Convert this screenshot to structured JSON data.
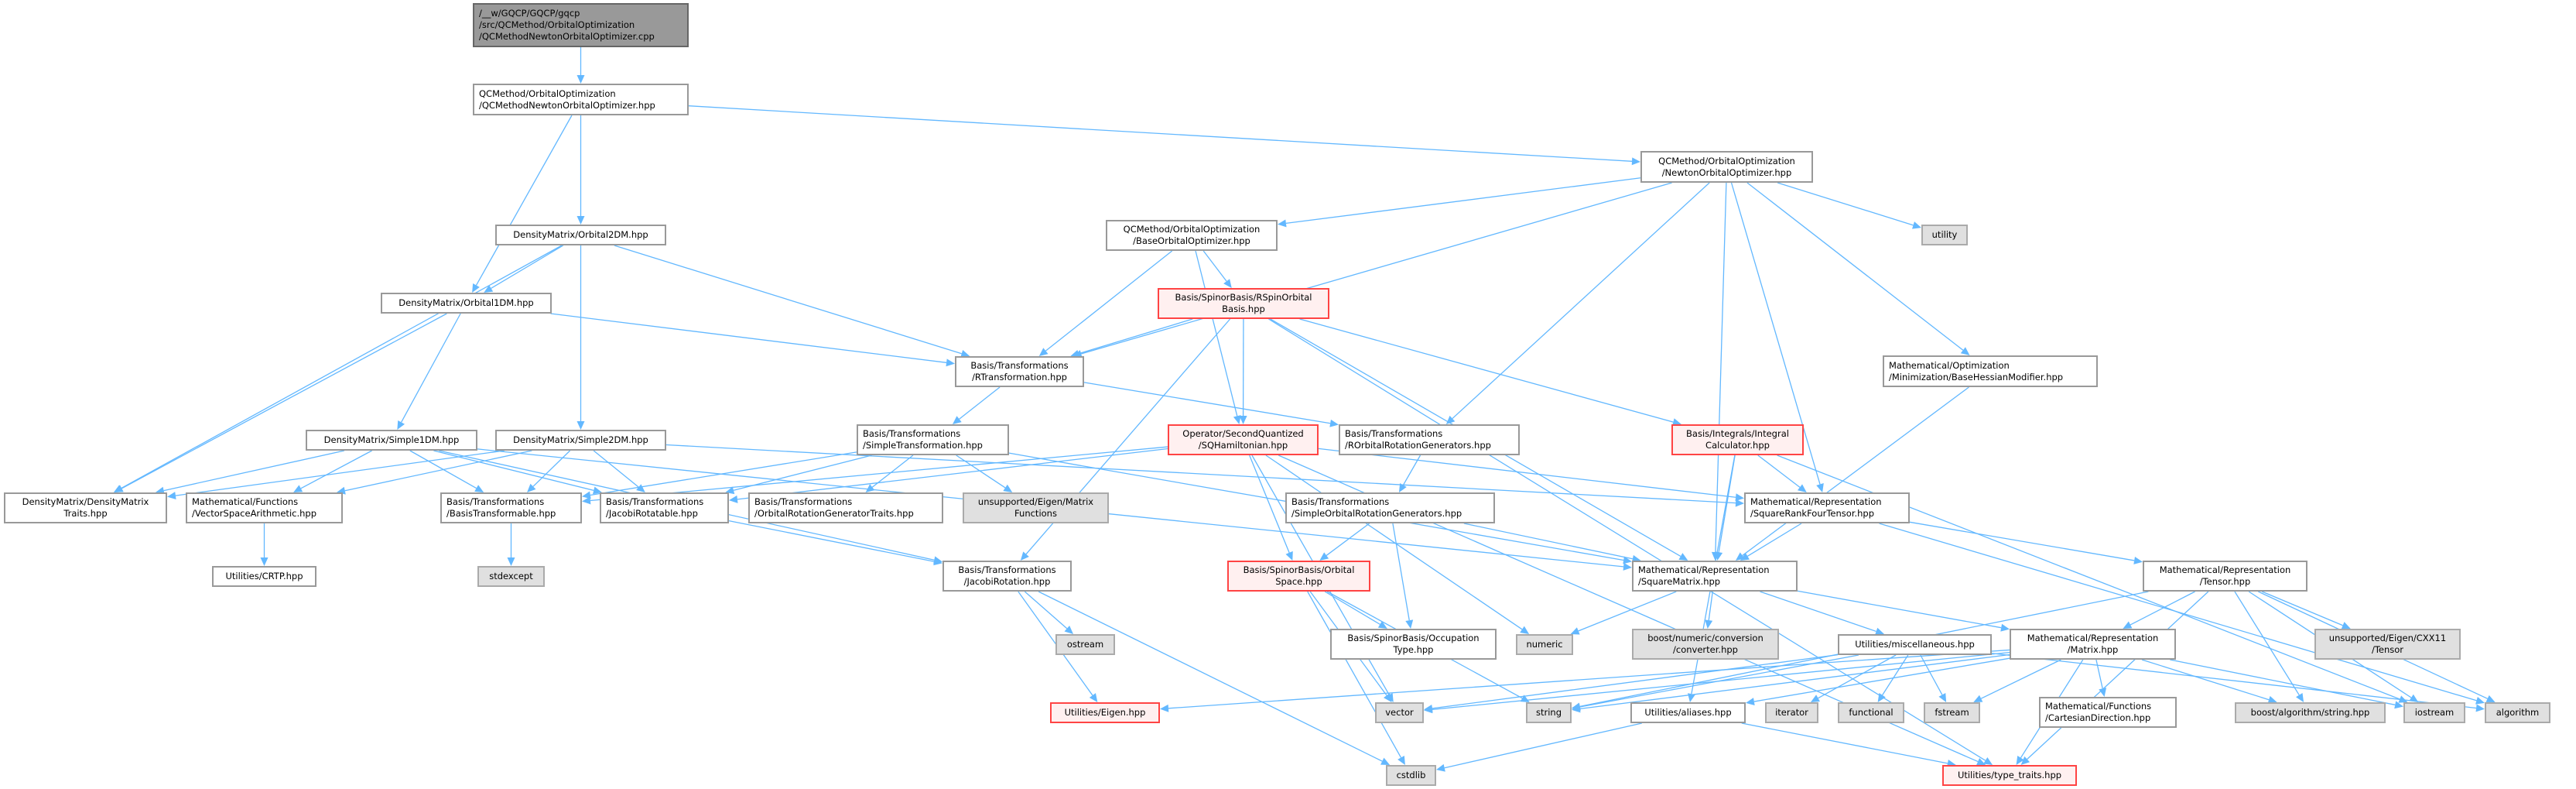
{
  "colors": {
    "edge": "#63b8ff",
    "root_fill": "#999999",
    "system_fill": "#e0e0e0",
    "incomplete_border": "#ff4444"
  },
  "nodes": {
    "root": "/__w/GQCP/GQCP/gqcp\n/src/QCMethod/OrbitalOptimization\n/QCMethodNewtonOrbitalOptimizer.cpp",
    "qcmnoo": "QCMethod/OrbitalOptimization\n/QCMethodNewtonOrbitalOptimizer.hpp",
    "newton": "QCMethod/OrbitalOptimization\n/NewtonOrbitalOptimizer.hpp",
    "orb2dm": "DensityMatrix/Orbital2DM.hpp",
    "orb1dm": "DensityMatrix/Orbital1DM.hpp",
    "baseopt": "QCMethod/OrbitalOptimization\n/BaseOrbitalOptimizer.hpp",
    "utility": "utility",
    "rspin": "Basis/SpinorBasis/RSpinOrbital\nBasis.hpp",
    "rtrans": "Basis/Transformations\n/RTransformation.hpp",
    "hessian": "Mathematical/Optimization\n/Minimization/BaseHessianModifier.hpp",
    "simple1dm": "DensityMatrix/Simple1DM.hpp",
    "simple2dm": "DensityMatrix/Simple2DM.hpp",
    "simpletrans": "Basis/Transformations\n/SimpleTransformation.hpp",
    "sqham": "Operator/SecondQuantized\n/SQHamiltonian.hpp",
    "rorg": "Basis/Transformations\n/ROrbitalRotationGenerators.hpp",
    "intcalc": "Basis/Integrals/Integral\nCalculator.hpp",
    "dmtraits": "DensityMatrix/DensityMatrix\nTraits.hpp",
    "vsa": "Mathematical/Functions\n/VectorSpaceArithmetic.hpp",
    "btrans": "Basis/Transformations\n/BasisTransformable.hpp",
    "jrotatable": "Basis/Transformations\n/JacobiRotatable.hpp",
    "orgtraits": "Basis/Transformations\n/OrbitalRotationGeneratorTraits.hpp",
    "matfun": "unsupported/Eigen/Matrix\nFunctions",
    "sorg": "Basis/Transformations\n/SimpleOrbitalRotationGenerators.hpp",
    "sr4t": "Mathematical/Representation\n/SquareRankFourTensor.hpp",
    "crtp": "Utilities/CRTP.hpp",
    "stdexcept": "stdexcept",
    "jrotation": "Basis/Transformations\n/JacobiRotation.hpp",
    "orbspace": "Basis/SpinorBasis/Orbital\nSpace.hpp",
    "sqmatrix": "Mathematical/Representation\n/SquareMatrix.hpp",
    "tensor": "Mathematical/Representation\n/Tensor.hpp",
    "ostream": "ostream",
    "occtype": "Basis/SpinorBasis/Occupation\nType.hpp",
    "numeric": "numeric",
    "converter": "boost/numeric/conversion\n/converter.hpp",
    "misc": "Utilities/miscellaneous.hpp",
    "matrix": "Mathematical/Representation\n/Matrix.hpp",
    "cxx11": "unsupported/Eigen/CXX11\n/Tensor",
    "eigen": "Utilities/Eigen.hpp",
    "vector": "vector",
    "string": "string",
    "aliases": "Utilities/aliases.hpp",
    "iterator": "iterator",
    "functional": "functional",
    "fstream": "fstream",
    "cartesian": "Mathematical/Functions\n/CartesianDirection.hpp",
    "boostalgo": "boost/algorithm/string.hpp",
    "iostream": "iostream",
    "algorithm": "algorithm",
    "cstdlib": "cstdlib",
    "typetraits": "Utilities/type_traits.hpp"
  },
  "edges": [
    [
      "root",
      "qcmnoo"
    ],
    [
      "qcmnoo",
      "newton"
    ],
    [
      "qcmnoo",
      "orb2dm"
    ],
    [
      "qcmnoo",
      "orb1dm"
    ],
    [
      "orb2dm",
      "orb1dm"
    ],
    [
      "orb2dm",
      "dmtraits"
    ],
    [
      "orb2dm",
      "simple2dm"
    ],
    [
      "orb2dm",
      "rtrans"
    ],
    [
      "orb1dm",
      "dmtraits"
    ],
    [
      "orb1dm",
      "simple1dm"
    ],
    [
      "orb1dm",
      "rtrans"
    ],
    [
      "simple1dm",
      "dmtraits"
    ],
    [
      "simple1dm",
      "vsa"
    ],
    [
      "simple1dm",
      "btrans"
    ],
    [
      "simple1dm",
      "jrotatable"
    ],
    [
      "simple1dm",
      "jrotation"
    ],
    [
      "simple1dm",
      "sqmatrix"
    ],
    [
      "simple2dm",
      "dmtraits"
    ],
    [
      "simple2dm",
      "vsa"
    ],
    [
      "simple2dm",
      "btrans"
    ],
    [
      "simple2dm",
      "jrotatable"
    ],
    [
      "simple2dm",
      "sr4t"
    ],
    [
      "newton",
      "baseopt"
    ],
    [
      "newton",
      "rtrans"
    ],
    [
      "newton",
      "rorg"
    ],
    [
      "newton",
      "sqmatrix"
    ],
    [
      "newton",
      "utility"
    ],
    [
      "newton",
      "hessian"
    ],
    [
      "newton",
      "sr4t"
    ],
    [
      "baseopt",
      "rtrans"
    ],
    [
      "baseopt",
      "rspin"
    ],
    [
      "baseopt",
      "sqham"
    ],
    [
      "rspin",
      "rtrans"
    ],
    [
      "rspin",
      "sqham"
    ],
    [
      "rspin",
      "jrotation"
    ],
    [
      "rspin",
      "sqmatrix"
    ],
    [
      "rspin",
      "intcalc"
    ],
    [
      "rspin",
      "typetraits"
    ],
    [
      "rtrans",
      "simpletrans"
    ],
    [
      "rtrans",
      "rorg"
    ],
    [
      "simpletrans",
      "btrans"
    ],
    [
      "simpletrans",
      "jrotatable"
    ],
    [
      "simpletrans",
      "orgtraits"
    ],
    [
      "simpletrans",
      "matfun"
    ],
    [
      "simpletrans",
      "sqmatrix"
    ],
    [
      "sqham",
      "btrans"
    ],
    [
      "sqham",
      "jrotatable"
    ],
    [
      "sqham",
      "orbspace"
    ],
    [
      "sqham",
      "sr4t"
    ],
    [
      "sqham",
      "numeric"
    ],
    [
      "sqham",
      "vector"
    ],
    [
      "sqham",
      "typetraits"
    ],
    [
      "rorg",
      "sorg"
    ],
    [
      "sorg",
      "orbspace"
    ],
    [
      "sorg",
      "occtype"
    ],
    [
      "sorg",
      "sqmatrix"
    ],
    [
      "intcalc",
      "sqmatrix"
    ],
    [
      "intcalc",
      "sr4t"
    ],
    [
      "intcalc",
      "aliases"
    ],
    [
      "intcalc",
      "iostream"
    ],
    [
      "jrotatable",
      "jrotation"
    ],
    [
      "btrans",
      "stdexcept"
    ],
    [
      "vsa",
      "crtp"
    ],
    [
      "jrotation",
      "ostream"
    ],
    [
      "jrotation",
      "eigen"
    ],
    [
      "jrotation",
      "cstdlib"
    ],
    [
      "orbspace",
      "occtype"
    ],
    [
      "orbspace",
      "vector"
    ],
    [
      "orbspace",
      "string"
    ],
    [
      "orbspace",
      "cstdlib"
    ],
    [
      "sqmatrix",
      "numeric"
    ],
    [
      "sqmatrix",
      "converter"
    ],
    [
      "sqmatrix",
      "misc"
    ],
    [
      "sqmatrix",
      "matrix"
    ],
    [
      "sr4t",
      "sqmatrix"
    ],
    [
      "sr4t",
      "tensor"
    ],
    [
      "sr4t",
      "algorithm"
    ],
    [
      "hessian",
      "sqmatrix"
    ],
    [
      "tensor",
      "matrix"
    ],
    [
      "tensor",
      "cxx11"
    ],
    [
      "tensor",
      "typetraits"
    ],
    [
      "tensor",
      "iostream"
    ],
    [
      "tensor",
      "algorithm"
    ],
    [
      "tensor",
      "boostalgo"
    ],
    [
      "tensor",
      "string"
    ],
    [
      "misc",
      "vector"
    ],
    [
      "misc",
      "string"
    ],
    [
      "misc",
      "iterator"
    ],
    [
      "misc",
      "functional"
    ],
    [
      "misc",
      "fstream"
    ],
    [
      "misc",
      "algorithm"
    ],
    [
      "matrix",
      "eigen"
    ],
    [
      "matrix",
      "vector"
    ],
    [
      "matrix",
      "string"
    ],
    [
      "matrix",
      "aliases"
    ],
    [
      "matrix",
      "fstream"
    ],
    [
      "matrix",
      "cartesian"
    ],
    [
      "matrix",
      "boostalgo"
    ],
    [
      "matrix",
      "iostream"
    ],
    [
      "matrix",
      "typetraits"
    ],
    [
      "aliases",
      "cstdlib"
    ],
    [
      "aliases",
      "typetraits"
    ]
  ]
}
